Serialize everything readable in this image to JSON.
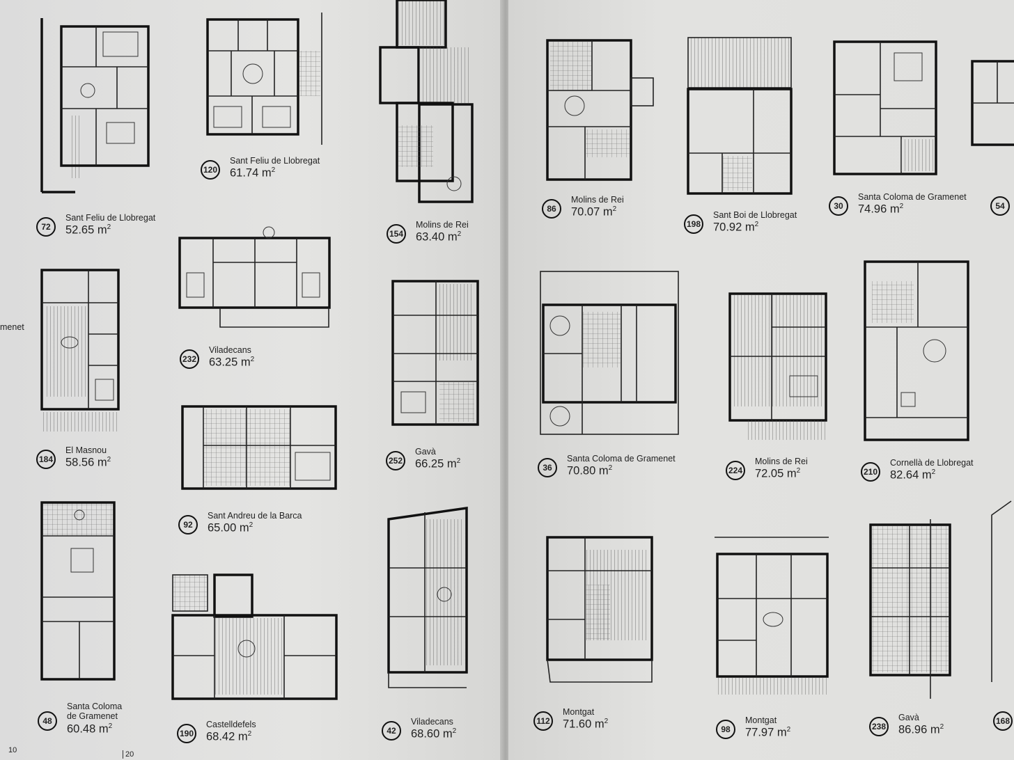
{
  "left_page": {
    "edge_text": "menet",
    "folio": "10",
    "folio_mark": "20",
    "entries": [
      {
        "number": "72",
        "place": "Sant Feliu de Llobregat",
        "area": "52.65 m",
        "unit_exp": "2"
      },
      {
        "number": "120",
        "place": "Sant Feliu de Llobregat",
        "area": "61.74 m",
        "unit_exp": "2"
      },
      {
        "number": "154",
        "place": "Molins de Rei",
        "area": "63.40 m",
        "unit_exp": "2"
      },
      {
        "number": "184",
        "place": "El Masnou",
        "area": "58.56 m",
        "unit_exp": "2"
      },
      {
        "number": "232",
        "place": "Viladecans",
        "area": "63.25 m",
        "unit_exp": "2"
      },
      {
        "number": "252",
        "place": "Gavà",
        "area": "66.25 m",
        "unit_exp": "2"
      },
      {
        "number": "92",
        "place": "Sant Andreu de la Barca",
        "area": "65.00 m",
        "unit_exp": "2"
      },
      {
        "number": "48",
        "place": "Santa Coloma",
        "place_line2": "de Gramenet",
        "area": "60.48 m",
        "unit_exp": "2"
      },
      {
        "number": "190",
        "place": "Castelldefels",
        "area": "68.42 m",
        "unit_exp": "2"
      },
      {
        "number": "42",
        "place": "Viladecans",
        "area": "68.60 m",
        "unit_exp": "2"
      }
    ]
  },
  "right_page": {
    "entries": [
      {
        "number": "86",
        "place": "Molins de Rei",
        "area": "70.07 m",
        "unit_exp": "2"
      },
      {
        "number": "198",
        "place": "Sant Boi de Llobregat",
        "area": "70.92 m",
        "unit_exp": "2"
      },
      {
        "number": "30",
        "place": "Santa Coloma de Gramenet",
        "area": "74.96 m",
        "unit_exp": "2"
      },
      {
        "number": "54",
        "place": "",
        "area": "",
        "unit_exp": ""
      },
      {
        "number": "36",
        "place": "Santa Coloma de Gramenet",
        "area": "70.80 m",
        "unit_exp": "2"
      },
      {
        "number": "224",
        "place": "Molins de Rei",
        "area": "72.05 m",
        "unit_exp": "2"
      },
      {
        "number": "210",
        "place": "Cornellà de Llobregat",
        "area": "82.64 m",
        "unit_exp": "2"
      },
      {
        "number": "112",
        "place": "Montgat",
        "area": "71.60 m",
        "unit_exp": "2"
      },
      {
        "number": "98",
        "place": "Montgat",
        "area": "77.97 m",
        "unit_exp": "2"
      },
      {
        "number": "238",
        "place": "Gavà",
        "area": "86.96 m",
        "unit_exp": "2"
      },
      {
        "number": "168",
        "place": "",
        "area": "",
        "unit_exp": ""
      }
    ]
  }
}
